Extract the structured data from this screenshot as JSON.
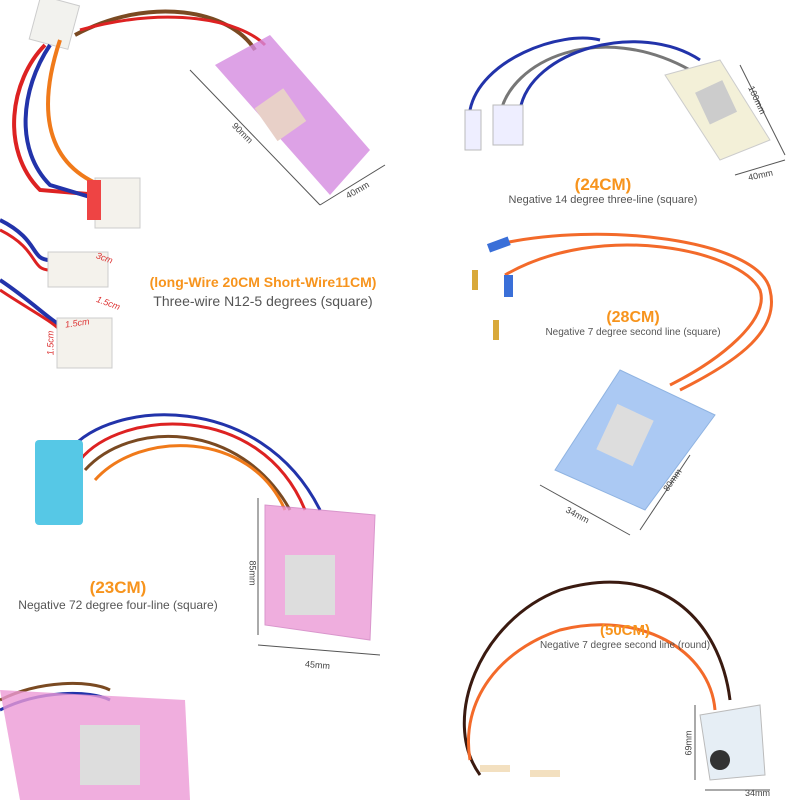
{
  "products": [
    {
      "length": "(long-Wire 20CM Short-Wire11CM)",
      "description": "Three-wire N12-5 degrees (square)",
      "dims": [
        "90mm",
        "40mm"
      ],
      "connector_dims": [
        "3cm",
        "1.5cm",
        "1.5cm",
        "1.5cm"
      ]
    },
    {
      "length": "(24CM)",
      "description": "Negative 14 degree three-line (square)",
      "dims": [
        "100mm",
        "40mm"
      ]
    },
    {
      "length": "(28CM)",
      "description": "Negative 7 degree second line (square)",
      "dims": [
        "80mm",
        "34mm"
      ]
    },
    {
      "length": "(23CM)",
      "description": "Negative 72 degree four-line (square)",
      "dims": [
        "85mm",
        "45mm"
      ]
    },
    {
      "length": "(50CM)",
      "description": "Negative 7 degree second line (round)",
      "dims": [
        "69mm",
        "34mm"
      ]
    }
  ],
  "colors": {
    "accent": "#f7941d",
    "text": "#555555"
  }
}
